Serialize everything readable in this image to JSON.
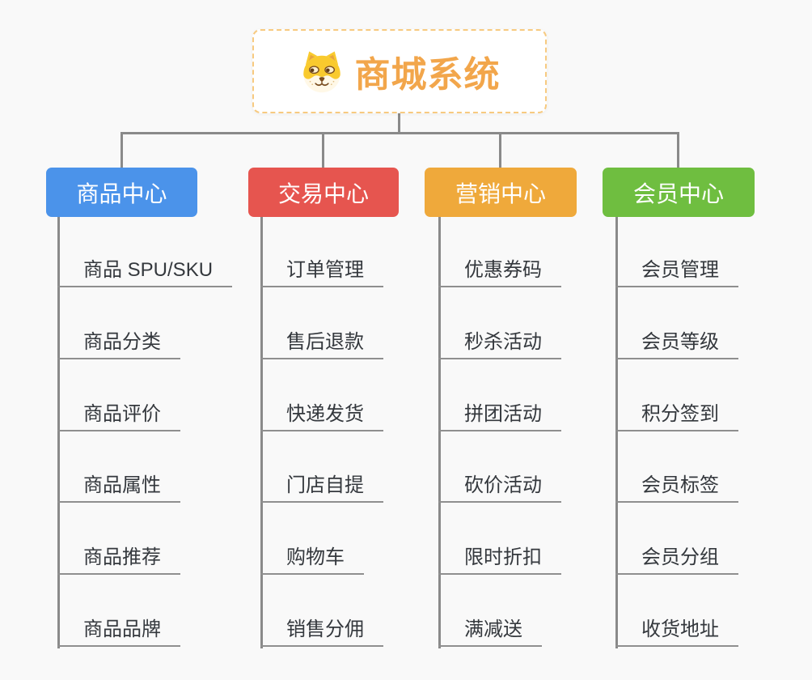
{
  "root": {
    "title": "商城系统",
    "title_color": "#f2a64b",
    "border_color": "#f7ca80"
  },
  "colors": {
    "connector": "#8a8a8a",
    "leaf_underline": "#8f8f8f",
    "leaf_text": "#34383d",
    "background": "#f9f9f9"
  },
  "branches": [
    {
      "label": "商品中心",
      "color": "#4b93ea",
      "items": [
        "商品 SPU/SKU",
        "商品分类",
        "商品评价",
        "商品属性",
        "商品推荐",
        "商品品牌"
      ]
    },
    {
      "label": "交易中心",
      "color": "#e6554f",
      "items": [
        "订单管理",
        "售后退款",
        "快递发货",
        "门店自提",
        "购物车",
        "销售分佣"
      ]
    },
    {
      "label": "营销中心",
      "color": "#efa93b",
      "items": [
        "优惠券码",
        "秒杀活动",
        "拼团活动",
        "砍价活动",
        "限时折扣",
        "满减送"
      ]
    },
    {
      "label": "会员中心",
      "color": "#6fbe40",
      "items": [
        "会员管理",
        "会员等级",
        "积分签到",
        "会员标签",
        "会员分组",
        "收货地址"
      ]
    }
  ]
}
